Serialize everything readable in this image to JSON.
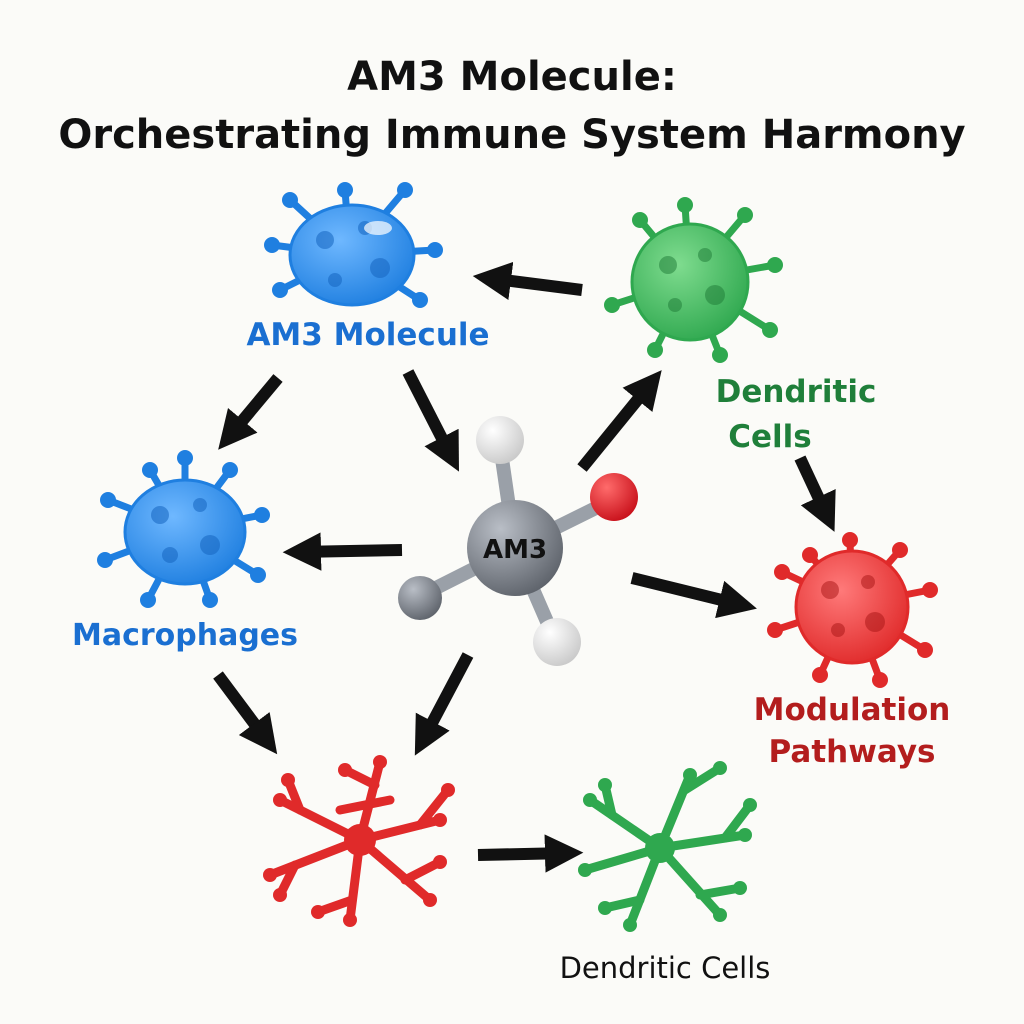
{
  "title_line1": "AM3 Molecule:",
  "title_line2": "Orchestrating Immune System Harmony",
  "labels": {
    "am3_molecule": "AM3 Molecule",
    "macrophages": "Macrophages",
    "dendritic_cells_top_line1": "Dendritic",
    "dendritic_cells_top_line2": "Cells",
    "modulation_line1": "Modulation",
    "modulation_line2": "Pathways",
    "center": "AM3",
    "dendritic_cells_bottom": "Dendritic Cells"
  },
  "colors": {
    "blue": "#1f7fe0",
    "green": "#2fa84f",
    "red": "#e02a2a",
    "label_blue": "#1a6fd1",
    "label_green": "#1f7f3a",
    "label_red": "#b31d1d",
    "arrow": "#111111"
  }
}
